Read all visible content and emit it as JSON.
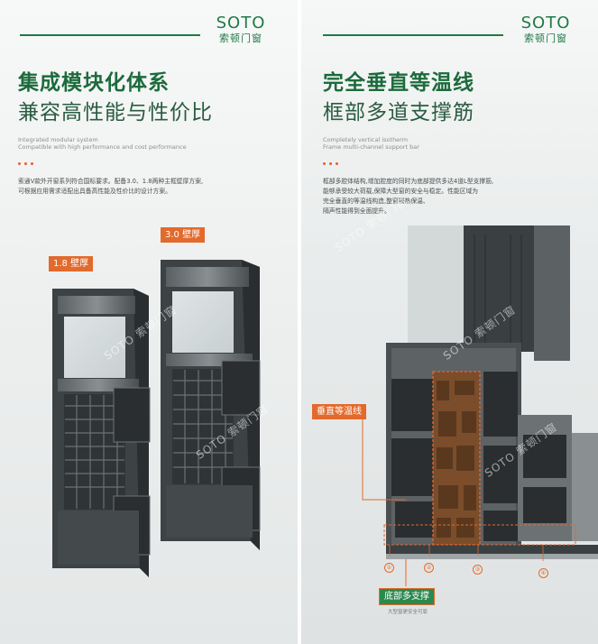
{
  "left": {
    "brand_en": "SOTO",
    "brand_cn": "索顿门窗",
    "title": "集成模块化体系",
    "subtitle": "兼容高性能与性价比",
    "en_line1": "Integrated modular system",
    "en_line2": "Compatible with high performance and cost performance",
    "body_line1": "索通V款外开窗系列符合国标要求。配备3.0、1.8两种主框壁厚方案,",
    "body_line2": "可根据应用需求适配出具备高性能及性价比的设计方案。",
    "tag_18": "1.8 壁厚",
    "tag_30": "3.0 壁厚",
    "watermark": "SOTO 索顿门窗"
  },
  "right": {
    "brand_en": "SOTO",
    "brand_cn": "索顿门窗",
    "title": "完全垂直等温线",
    "subtitle": "框部多道支撑筋",
    "en_line1": "Completely vertical isotherm",
    "en_line2": "Frame multi-channel support bar",
    "body_line1": "框部多腔体结构,增加腔度的同时为底部提供多达4道L型支撑筋,",
    "body_line2": "能够承受较大荷载,保障大型窗的安全与稳定。性能区域为",
    "body_line3": "完全垂直的等温线构造,整窗隔热保温、",
    "body_line4": "隔声性能得到全面提升。",
    "tag_isotherm": "垂直等温线",
    "tag_support": "底部多支撑",
    "caption": "大型窗更安全可靠",
    "markers": [
      "①",
      "②",
      "③",
      "④"
    ],
    "watermark": "SOTO 索顿门窗"
  },
  "colors": {
    "brand_green": "#1f7a45",
    "accent_orange": "#e26a2c"
  }
}
